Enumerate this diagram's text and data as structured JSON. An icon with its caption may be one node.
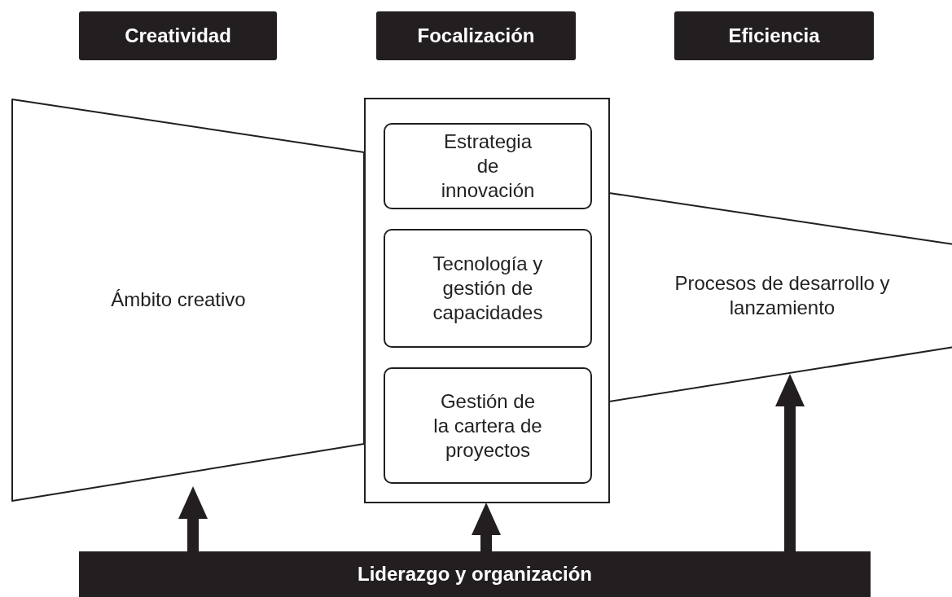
{
  "diagram": {
    "nodes": [
      {
        "text": [
          "Creatividad"
        ]
      },
      {
        "text": [
          "Focalización"
        ]
      },
      {
        "text": [
          "Eficiencia"
        ]
      },
      {
        "text": [
          "Ámbito creativo"
        ]
      },
      {
        "text": [],
        "shape": "box"
      },
      {
        "text": [
          "Estrategia de innovación"
        ],
        "in": 4
      },
      {
        "text": [
          "Tecnología y gestión de capacidades"
        ],
        "in": 4
      },
      {
        "text": [
          "Gestión de la cartera de proyectos"
        ],
        "in": 4
      },
      {
        "text": [
          "Procesos de desarrollo y lanzamiento"
        ]
      },
      {
        "text": [
          "Liderazgo y organización"
        ]
      }
    ],
    "edges": [
      {
        "from": 9,
        "to": 3,
        "arrow": "to"
      },
      {
        "from": 9,
        "to": 4,
        "arrow": "to"
      },
      {
        "from": 9,
        "to": 8,
        "arrow": "to"
      }
    ]
  }
}
